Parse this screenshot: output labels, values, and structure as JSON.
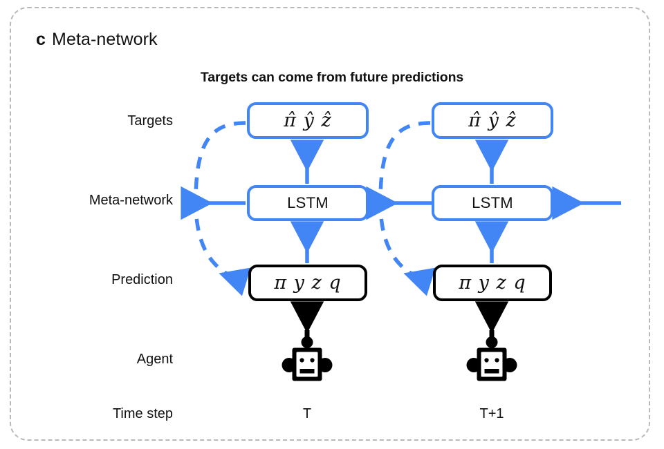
{
  "panel": {
    "tag": "c",
    "title": "Meta-network",
    "border_color": "#b9b9b9",
    "background": "#ffffff"
  },
  "caption": "Targets can come from future predictions",
  "colors": {
    "accent_blue": "#4285f4",
    "black": "#000000",
    "text": "#111111",
    "dashed_border": "#b9b9b9"
  },
  "row_labels": [
    {
      "key": "targets",
      "label": "Targets"
    },
    {
      "key": "metanetwork",
      "label": "Meta-network"
    },
    {
      "key": "prediction",
      "label": "Prediction"
    },
    {
      "key": "agent",
      "label": "Agent"
    },
    {
      "key": "timestep",
      "label": "Time step"
    }
  ],
  "columns": [
    {
      "time_step": "T",
      "targets": {
        "symbols": [
          "π̂",
          "ŷ",
          "ẑ"
        ],
        "text": "π̂ ŷ ẑ",
        "style": "blue"
      },
      "metanetwork": {
        "text": "LSTM",
        "style": "blue"
      },
      "prediction": {
        "symbols": [
          "π",
          "y",
          "z",
          "q"
        ],
        "text": "π y z q",
        "style": "black"
      },
      "agent": {
        "icon": "robot-icon"
      }
    },
    {
      "time_step": "T+1",
      "targets": {
        "symbols": [
          "π̂",
          "ŷ",
          "ẑ"
        ],
        "text": "π̂ ŷ ẑ",
        "style": "blue"
      },
      "metanetwork": {
        "text": "LSTM",
        "style": "blue"
      },
      "prediction": {
        "symbols": [
          "π",
          "y",
          "z",
          "q"
        ],
        "text": "π y z q",
        "style": "black"
      },
      "agent": {
        "icon": "robot-icon"
      }
    }
  ],
  "edges": [
    {
      "name": "agent-to-prediction-t",
      "from": "agent-t",
      "to": "prediction-t",
      "style": "solid",
      "color": "#000000",
      "direction": "up"
    },
    {
      "name": "agent-to-prediction-t1",
      "from": "agent-t1",
      "to": "prediction-t1",
      "style": "solid",
      "color": "#000000",
      "direction": "up"
    },
    {
      "name": "prediction-to-lstm-t",
      "from": "prediction-t",
      "to": "lstm-t",
      "style": "solid",
      "color": "#4285f4",
      "direction": "up"
    },
    {
      "name": "prediction-to-lstm-t1",
      "from": "prediction-t1",
      "to": "lstm-t1",
      "style": "solid",
      "color": "#4285f4",
      "direction": "up"
    },
    {
      "name": "lstm-to-targets-t",
      "from": "lstm-t",
      "to": "targets-t",
      "style": "solid",
      "color": "#4285f4",
      "direction": "up"
    },
    {
      "name": "lstm-to-targets-t1",
      "from": "lstm-t1",
      "to": "targets-t1",
      "style": "solid",
      "color": "#4285f4",
      "direction": "up"
    },
    {
      "name": "lstm-recurrent-t-to-left",
      "from": "lstm-t",
      "to": "meta-network-label",
      "style": "solid",
      "color": "#4285f4",
      "direction": "left"
    },
    {
      "name": "lstm-recurrent-t1-to-t",
      "from": "lstm-t1",
      "to": "lstm-t",
      "style": "solid",
      "color": "#4285f4",
      "direction": "left"
    },
    {
      "name": "lstm-recurrent-in-right",
      "from": "right-edge",
      "to": "lstm-t1",
      "style": "solid",
      "color": "#4285f4",
      "direction": "left"
    },
    {
      "name": "targets-to-prediction-loop-t",
      "from": "targets-t",
      "to": "prediction-t",
      "style": "dashed",
      "color": "#4285f4",
      "direction": "curved"
    },
    {
      "name": "targets-to-prediction-loop-t1",
      "from": "targets-t1",
      "to": "prediction-t1",
      "style": "dashed",
      "color": "#4285f4",
      "direction": "curved"
    }
  ]
}
